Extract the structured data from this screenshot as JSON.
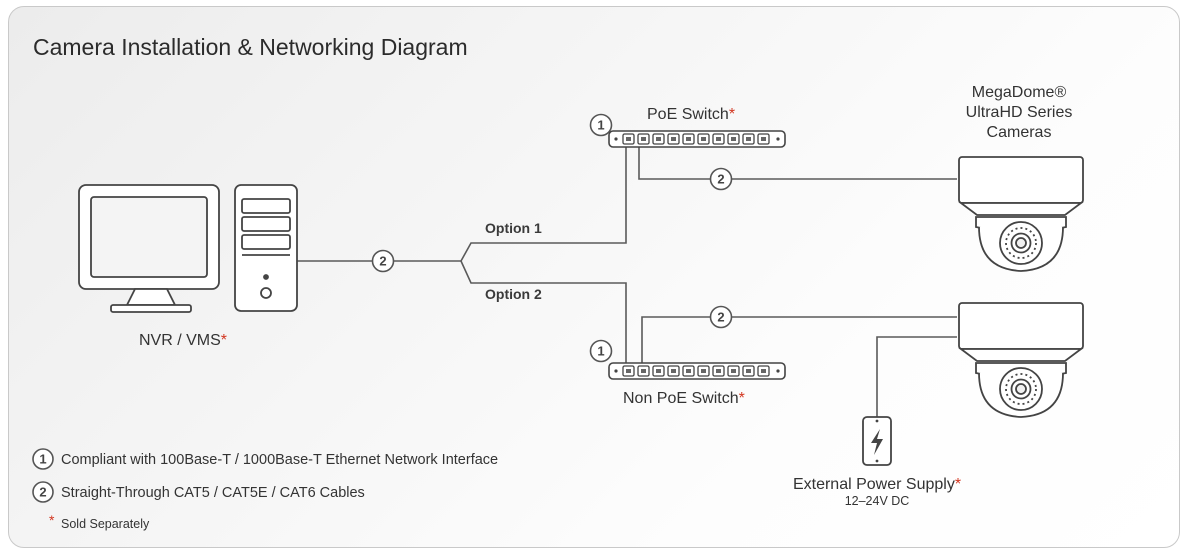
{
  "title": "Camera Installation & Networking Diagram",
  "labels": {
    "nvr": "NVR / VMS",
    "poe_switch": "PoE Switch",
    "non_poe_switch": "Non PoE Switch",
    "cameras_line1": "MegaDome®",
    "cameras_line2": "UltraHD Series",
    "cameras_line3": "Cameras",
    "option1": "Option 1",
    "option2": "Option 2",
    "power_supply": "External Power Supply",
    "power_spec": "12–24V DC",
    "asterisk": "*"
  },
  "badges": {
    "one": "1",
    "two": "2"
  },
  "legend": [
    {
      "badge": "1",
      "text": "Compliant with 100Base-T / 1000Base-T Ethernet Network Interface"
    },
    {
      "badge": "2",
      "text": "Straight-Through CAT5 / CAT5E / CAT6 Cables"
    }
  ],
  "footnote": "Sold Separately",
  "colors": {
    "accent_asterisk": "#d2351f",
    "line": "#5a5a5a",
    "device_fill": "#ffffff",
    "device_stroke": "#444444"
  },
  "icons": [
    "monitor-icon",
    "pc-tower-icon",
    "network-switch-icon",
    "dome-camera-icon",
    "power-supply-icon"
  ]
}
